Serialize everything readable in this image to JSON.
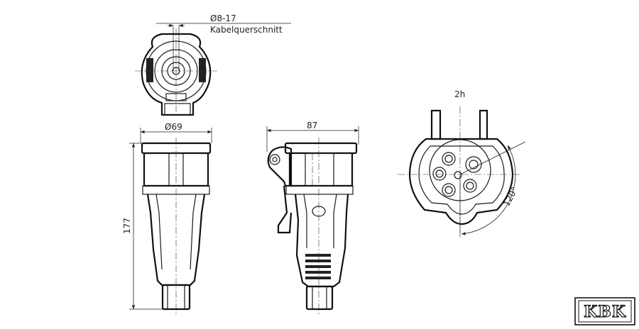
{
  "labels": {
    "cable_dia": "Ø8-17",
    "cable_caption": "Kabelquerschnitt",
    "body_dia": "Ø69",
    "depth": "87",
    "height": "177",
    "clock_position": "2h",
    "angle": "120°"
  },
  "logo": {
    "text": "KBK"
  },
  "colors": {
    "line": "#1a1a1a",
    "background": "#ffffff"
  }
}
